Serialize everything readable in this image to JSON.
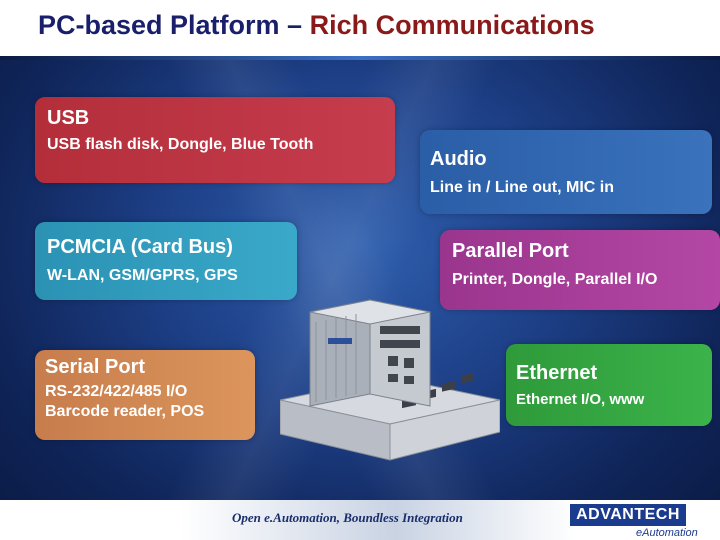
{
  "slide": {
    "title_main": "PC-based Platform – ",
    "title_accent": "Rich Communications"
  },
  "boxes": {
    "usb": {
      "heading": "USB",
      "desc": "USB flash disk, Dongle, Blue Tooth"
    },
    "audio": {
      "heading": "Audio",
      "desc": "Line in / Line out, MIC in"
    },
    "pcmcia": {
      "heading": "PCMCIA (Card Bus)",
      "desc": "W-LAN, GSM/GPRS, GPS"
    },
    "parallel": {
      "heading": "Parallel Port",
      "desc": "Printer, Dongle, Parallel I/O"
    },
    "serial": {
      "heading": "Serial Port",
      "desc_line1": "RS-232/422/485 I/O",
      "desc_line2": "Barcode reader, POS"
    },
    "ethernet": {
      "heading": "Ethernet",
      "desc": "Ethernet I/O, www"
    }
  },
  "footer": {
    "tagline": "Open e.Automation, Boundless Integration",
    "logo": "ADVANTECH",
    "logo_sub": "eAutomation"
  },
  "colors": {
    "title": "#1a1f6b",
    "title_accent": "#8a1a1a",
    "usb": "#b42e3a",
    "audio": "#2a5ea7",
    "pcmcia": "#2b92b4",
    "parallel": "#9a358d",
    "serial": "#c77d4c",
    "ethernet": "#2f9a3a",
    "logo": "#1b3b8f"
  }
}
